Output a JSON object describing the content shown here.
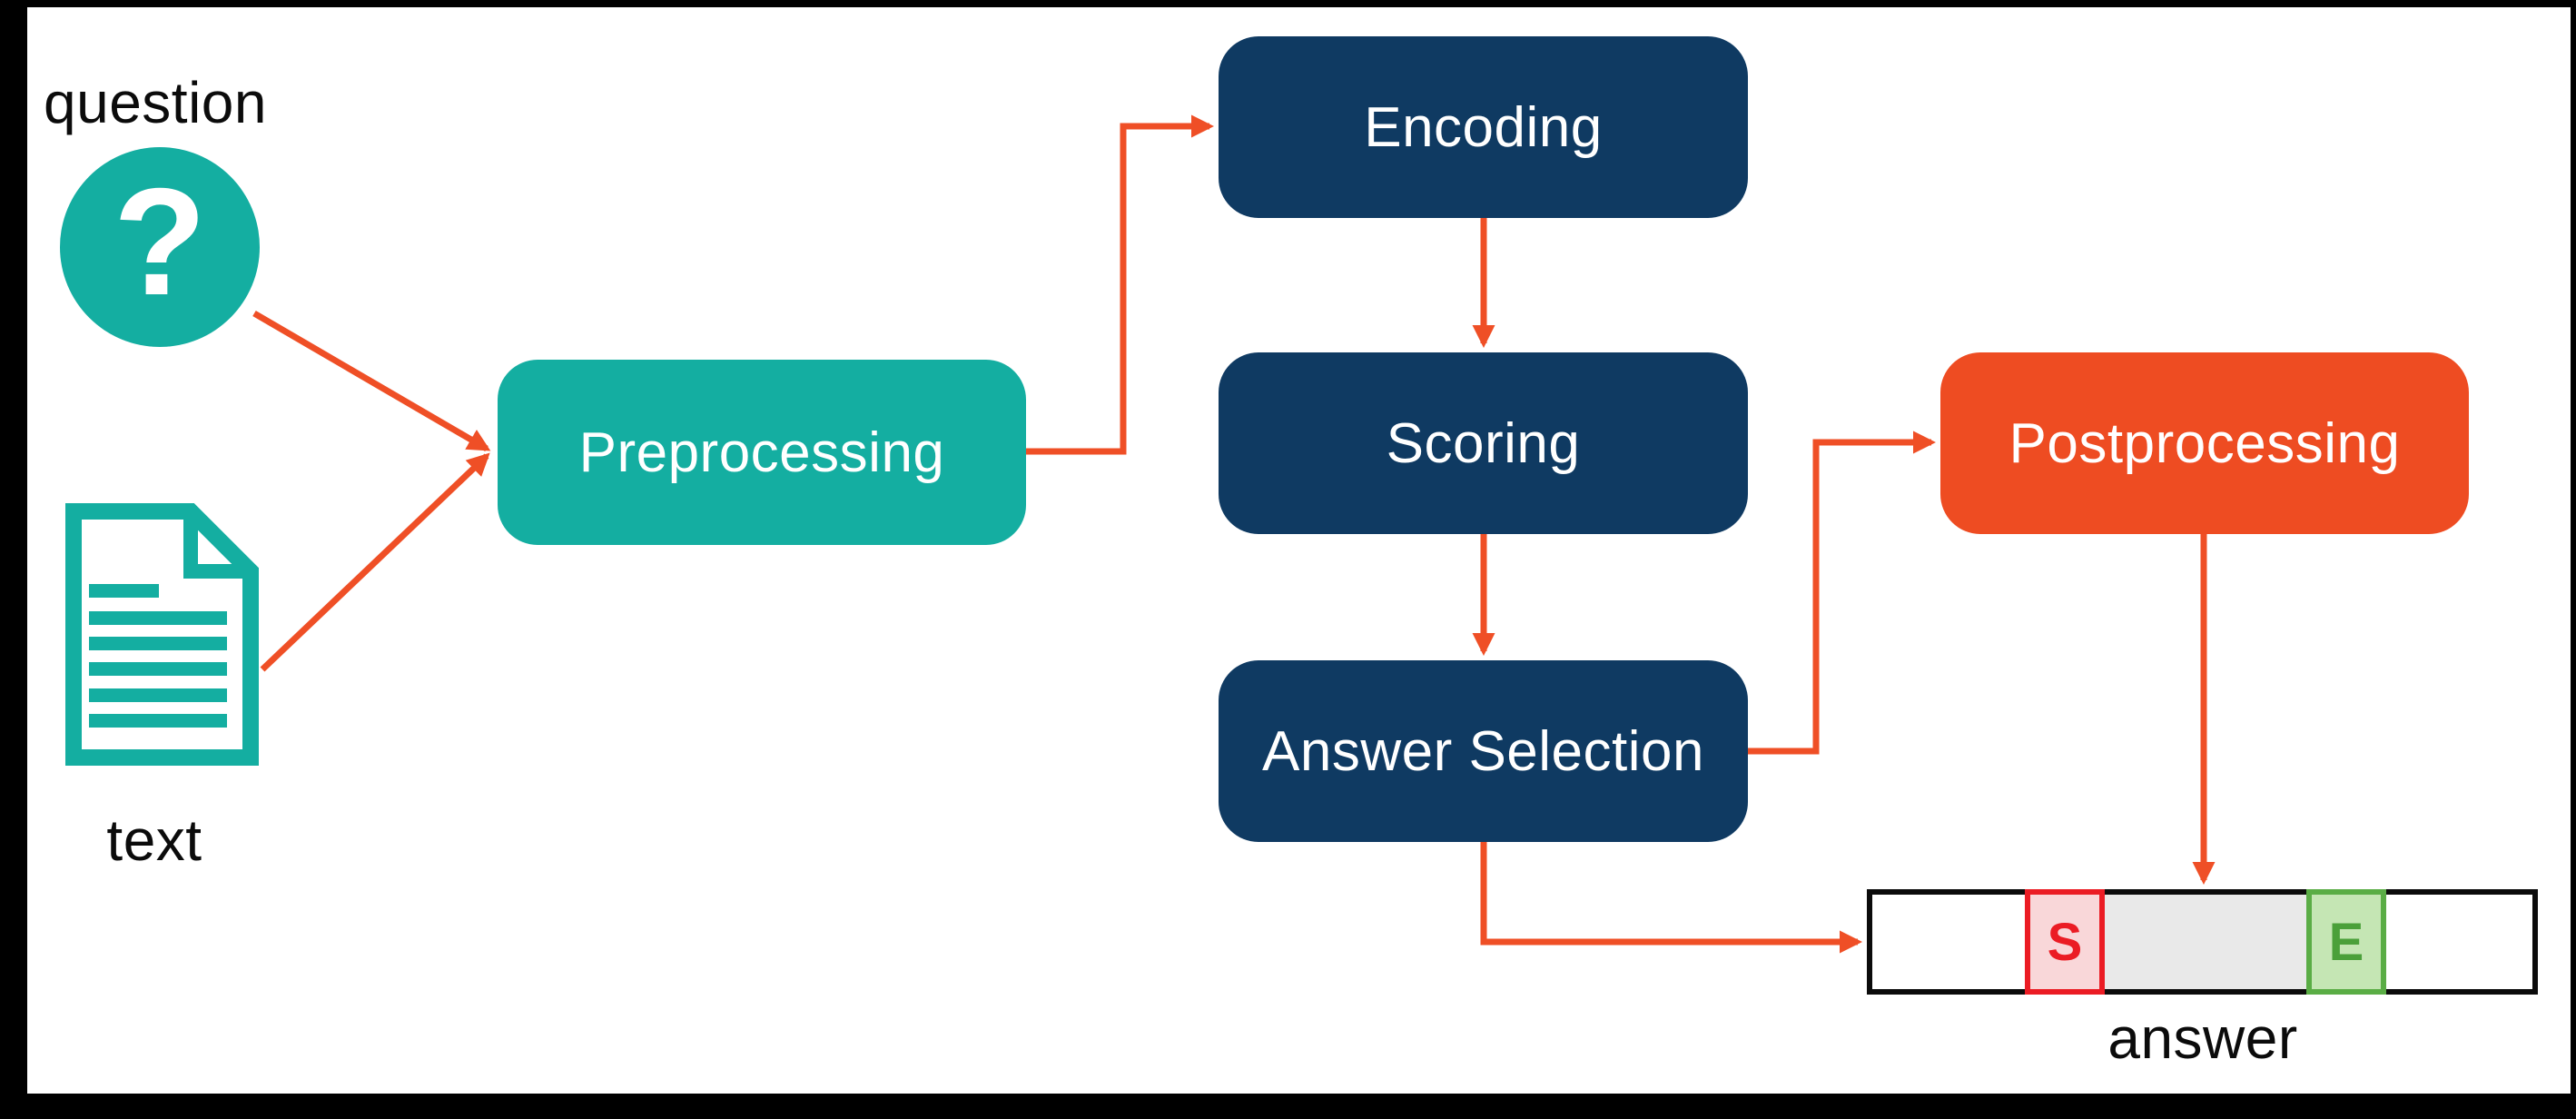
{
  "diagram": {
    "inputs": {
      "question_label": "question",
      "question_symbol": "?",
      "text_label": "text"
    },
    "nodes": {
      "preprocessing": "Preprocessing",
      "encoding": "Encoding",
      "scoring": "Scoring",
      "answer_selection": "Answer Selection",
      "postprocessing": "Postprocessing"
    },
    "output": {
      "answer_label": "answer",
      "start_marker": "S",
      "end_marker": "E"
    },
    "colors": {
      "teal": "#14AEA1",
      "navy": "#0F3A62",
      "orange": "#EE4C22",
      "arrow": "#EF4F26",
      "start_red": "#EB1C24",
      "start_fill": "#F9D7D9",
      "end_green": "#5AAD45",
      "end_fill": "#C5E6B4",
      "span_gray": "#E9E9E9",
      "frame_black": "#000000"
    }
  }
}
